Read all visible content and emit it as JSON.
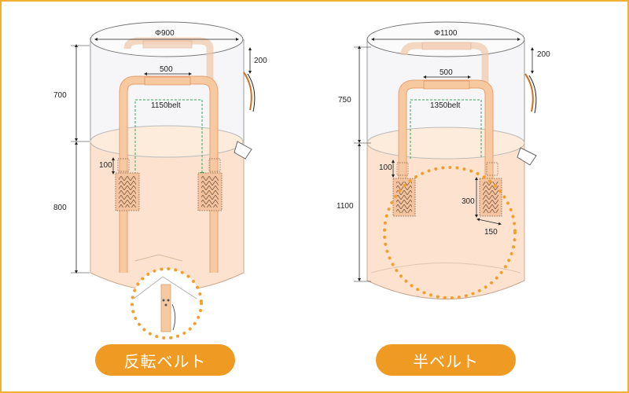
{
  "left_bag": {
    "diameter": "Φ900",
    "top_height": "700",
    "body_height": "800",
    "belt_loop": "200",
    "belt_width": "500",
    "belt_label": "1150belt",
    "loop_drop": "100",
    "caption": "反転ベルト"
  },
  "right_bag": {
    "diameter": "Φ1100",
    "top_height": "750",
    "body_height": "1100",
    "belt_loop": "200",
    "belt_width": "500",
    "belt_label": "1350belt",
    "loop_drop": "100",
    "patch_height": "300",
    "patch_width": "150",
    "caption": "半ベルト"
  },
  "colors": {
    "frame": "#f0b030",
    "bag_fill": "#fde3cf",
    "belt_fill": "#f7c9a0",
    "belt_stroke": "#e8a070",
    "dot_ring": "#f0a030",
    "caption_bg": "#ef9a22",
    "belt_guide": "#2eaa5a"
  }
}
